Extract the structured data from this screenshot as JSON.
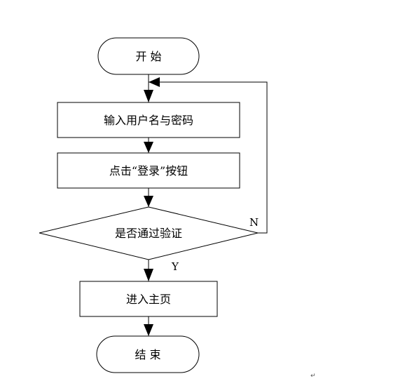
{
  "flowchart": {
    "nodes": {
      "start": "开 始",
      "input": "输入用户名与密码",
      "click_login": "点击“登录”按钮",
      "decision": "是否通过验证",
      "homepage": "进入主页",
      "end": "结 束"
    },
    "edges": {
      "no_label": "N",
      "yes_label": "Y"
    },
    "paragraph_mark": "↵"
  }
}
